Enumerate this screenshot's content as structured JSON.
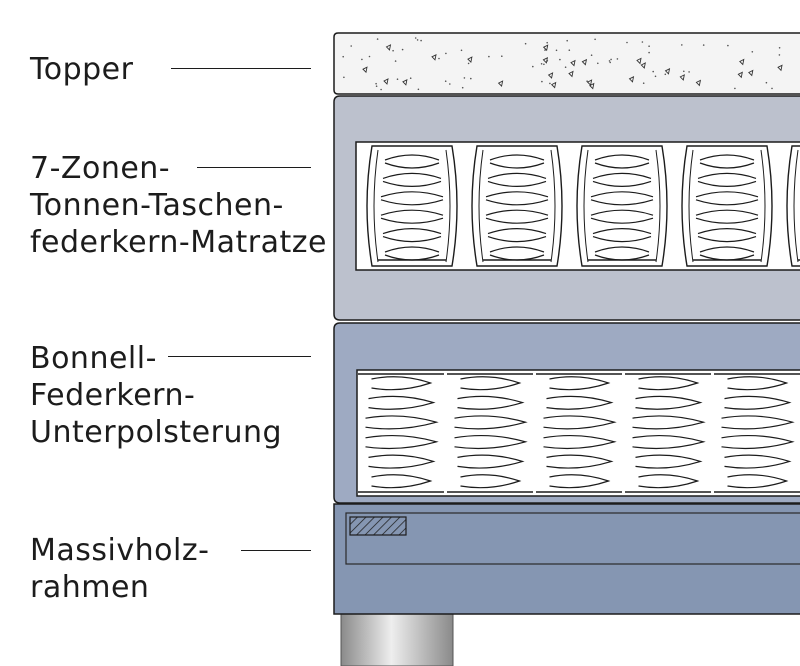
{
  "labels": {
    "topper": "Topper",
    "mattress": [
      "7-Zonen-",
      "Tonnen-Taschen-",
      "federkern-Matratze"
    ],
    "underlay": [
      "Bonnell-",
      "Federkern-",
      "Unterpolsterung"
    ],
    "frame": [
      "Massivholz-",
      "rahmen"
    ]
  },
  "colors": {
    "line": "#1c1c1c",
    "topper_fill": "#f4f4f4",
    "mattress_fill": "#bcc1cd",
    "underlay_fill": "#9eaac2",
    "frame_fill": "#8596b2",
    "spring_panel": "#ffffff",
    "leg_light": "#eeeeee",
    "leg_dark": "#8a8a8a"
  }
}
